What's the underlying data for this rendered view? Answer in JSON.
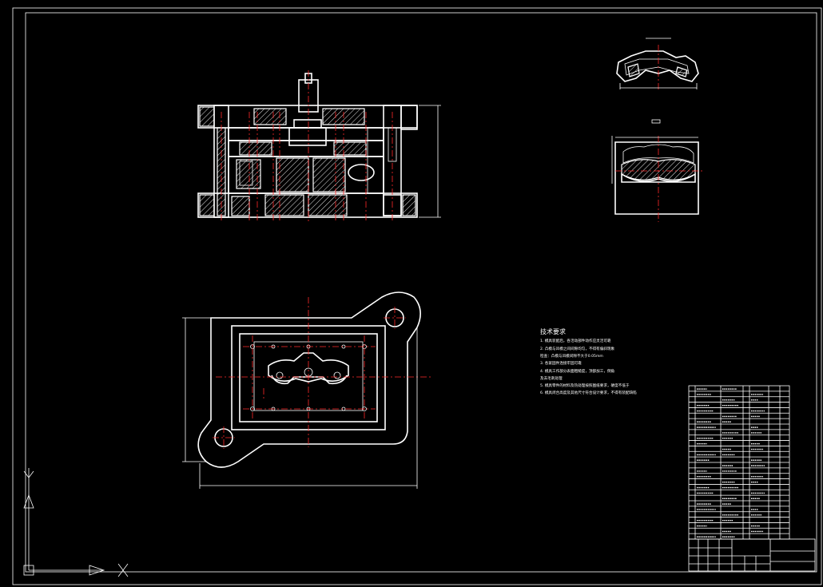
{
  "drawing": {
    "notes_heading": "技术要求",
    "notes": [
      "1. 模具装配后，各活动部件动作应灵活可靠",
      "2. 凸模与凹模之间间隙均匀，不得有偏斜现象",
      "   检查：凸模与凹模间隙不大于0.05mm",
      "3. 各紧固件连接牢固可靠",
      "4. 模具工作部分表面粗糙度，顶部加工，倒角",
      "   及去毛刺处理",
      "5. 模具零件的材料及热处理按照图纸要求，硬度不低于",
      "6. 模具闭合高度及其他尺寸符合设计要求，不得有装配缺陷"
    ],
    "colors": {
      "line": "#ffffff",
      "center": "#ff2a2a",
      "background": "#000000"
    },
    "ucs_icon": "ucs-axis-icon"
  }
}
